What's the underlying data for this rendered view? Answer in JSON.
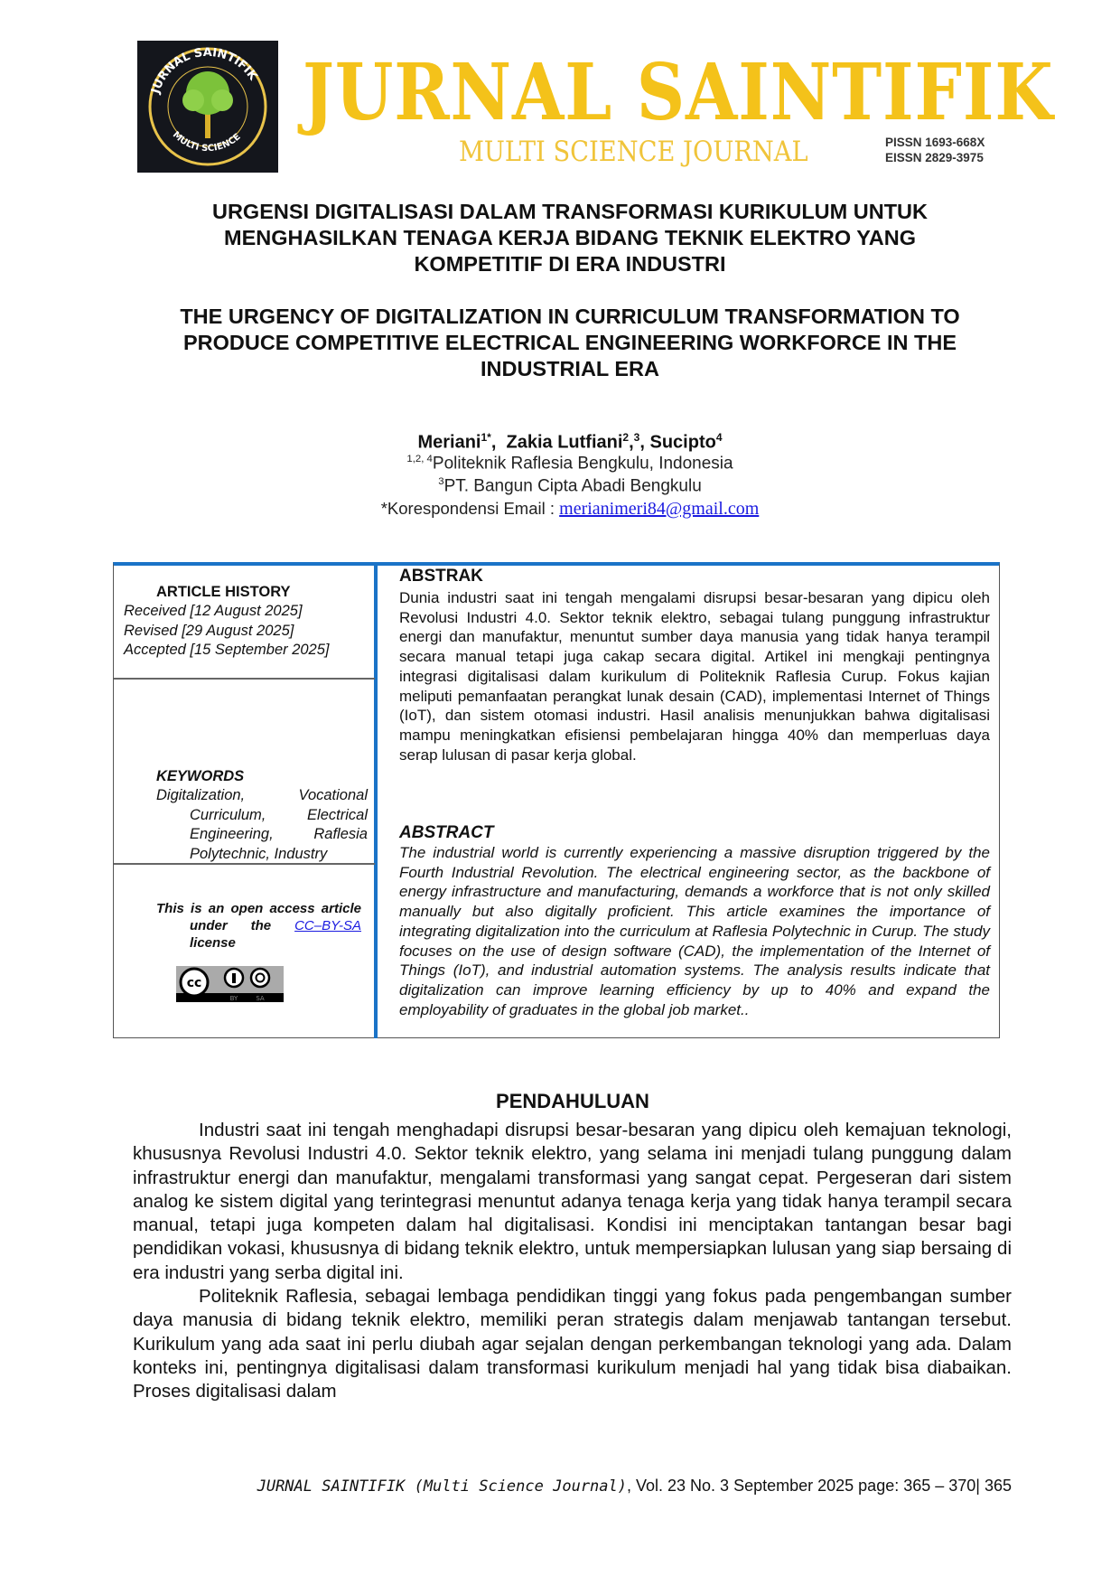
{
  "header": {
    "logo_text": "JURNAL SAINTIFIK MULTI SCIENCE",
    "journal_name": "JURNAL SAINTIFIK",
    "journal_subtitle": "MULTI SCIENCE JOURNAL",
    "pissn": "PISSN 1693-668X",
    "eissn": "EISSN 2829-3975",
    "brand_color": "#f4c21a"
  },
  "title_id": [
    "URGENSI DIGITALISASI DALAM TRANSFORMASI KURIKULUM UNTUK",
    "MENGHASILKAN TENAGA KERJA BIDANG TEKNIK ELEKTRO YANG",
    "KOMPETITIF DI ERA INDUSTRI"
  ],
  "title_en": [
    "THE URGENCY OF DIGITALIZATION IN CURRICULUM TRANSFORMATION TO",
    "PRODUCE COMPETITIVE ELECTRICAL ENGINEERING WORKFORCE IN THE",
    "INDUSTRIAL ERA"
  ],
  "authors": {
    "a1": "Meriani",
    "a1_sup": "1*",
    "a2": "Zakia Lutfiani",
    "a2_sup": "2",
    "a2_sup2": "3",
    "a3": "Sucipto",
    "a3_sup": "4",
    "aff1_sup": "1,2, 4",
    "aff1": "Politeknik Raflesia Bengkulu, Indonesia",
    "aff2_sup": "3",
    "aff2": "PT. Bangun Cipta Abadi Bengkulu",
    "email_label": "*Korespondensi Email : ",
    "email": "merianimeri84@gmail.com"
  },
  "sidebar": {
    "history_heading": "ARTICLE HISTORY",
    "received": "Received [12 August 2025]",
    "revised": "Revised [29 August 2025]",
    "accepted": "Accepted [15 September 2025]",
    "keywords_heading": "KEYWORDS",
    "keywords": "Digitalization, Vocational Curriculum, Electrical Engineering, Raflesia Polytechnic, Industry",
    "license_text": "This is an open access article under the ",
    "license_link": "CC–BY-SA",
    "license_suffix": " license",
    "cc_badge": "cc BY SA"
  },
  "abstrak": {
    "heading": "ABSTRAK",
    "text": "Dunia industri saat ini tengah mengalami disrupsi besar-besaran yang dipicu oleh Revolusi Industri 4.0. Sektor teknik elektro, sebagai tulang punggung infrastruktur energi dan manufaktur, menuntut sumber daya manusia yang tidak hanya terampil secara manual tetapi juga cakap secara digital. Artikel ini mengkaji pentingnya integrasi digitalisasi dalam kurikulum di Politeknik Raflesia Curup. Fokus kajian meliputi pemanfaatan perangkat lunak desain (CAD), implementasi Internet of Things (IoT), dan sistem otomasi industri. Hasil analisis menunjukkan bahwa digitalisasi mampu meningkatkan efisiensi pembelajaran hingga 40% dan memperluas daya serap lulusan di pasar kerja global."
  },
  "abstract": {
    "heading": "ABSTRACT",
    "text": "The industrial world is currently experiencing a massive disruption triggered by the Fourth Industrial Revolution. The electrical engineering sector, as the backbone of energy infrastructure and manufacturing, demands a workforce that is not only skilled manually but also digitally proficient. This article examines the importance of integrating digitalization into the curriculum at Raflesia Polytechnic in Curup. The study focuses on the use of design software (CAD), the implementation of the Internet of Things (IoT), and industrial automation systems. The analysis results indicate that digitalization can improve learning efficiency by up to 40% and expand the employability of graduates in the global job market.."
  },
  "body": {
    "heading": "PENDAHULUAN",
    "p1": "Industri saat ini tengah menghadapi disrupsi besar-besaran yang dipicu oleh kemajuan teknologi, khususnya Revolusi Industri 4.0. Sektor teknik elektro, yang selama ini menjadi tulang punggung dalam infrastruktur energi dan manufaktur, mengalami transformasi yang sangat cepat. Pergeseran dari sistem analog ke sistem digital yang terintegrasi menuntut adanya tenaga kerja yang tidak hanya terampil secara manual, tetapi juga kompeten dalam hal digitalisasi. Kondisi ini menciptakan tantangan besar bagi pendidikan vokasi, khususnya di bidang teknik elektro, untuk mempersiapkan lulusan yang siap bersaing di era industri yang serba digital ini.",
    "p2": "Politeknik Raflesia, sebagai lembaga pendidikan tinggi yang fokus pada pengembangan sumber daya manusia di bidang teknik elektro, memiliki peran strategis dalam menjawab tantangan tersebut. Kurikulum yang ada saat ini perlu diubah agar sejalan dengan perkembangan teknologi yang ada. Dalam konteks ini, pentingnya digitalisasi dalam transformasi kurikulum menjadi hal yang tidak bisa diabaikan. Proses digitalisasi dalam"
  },
  "footer": {
    "journal": "JURNAL SAINTIFIK (Multi Science Journal)",
    "info": ", Vol. 23 No. 3 September 2025 page: 365 – 370| 365"
  }
}
